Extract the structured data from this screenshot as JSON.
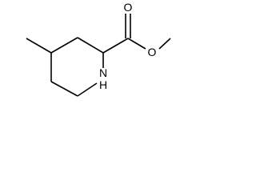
{
  "structure": {
    "atoms": {
      "carbonyl_oxygen": "O",
      "ester_oxygen": "O",
      "ring_nitrogen": "N",
      "ring_hydrogen": "H"
    }
  },
  "colors": {
    "bond": "#000000",
    "label": "#000000",
    "background": "#ffffff"
  }
}
